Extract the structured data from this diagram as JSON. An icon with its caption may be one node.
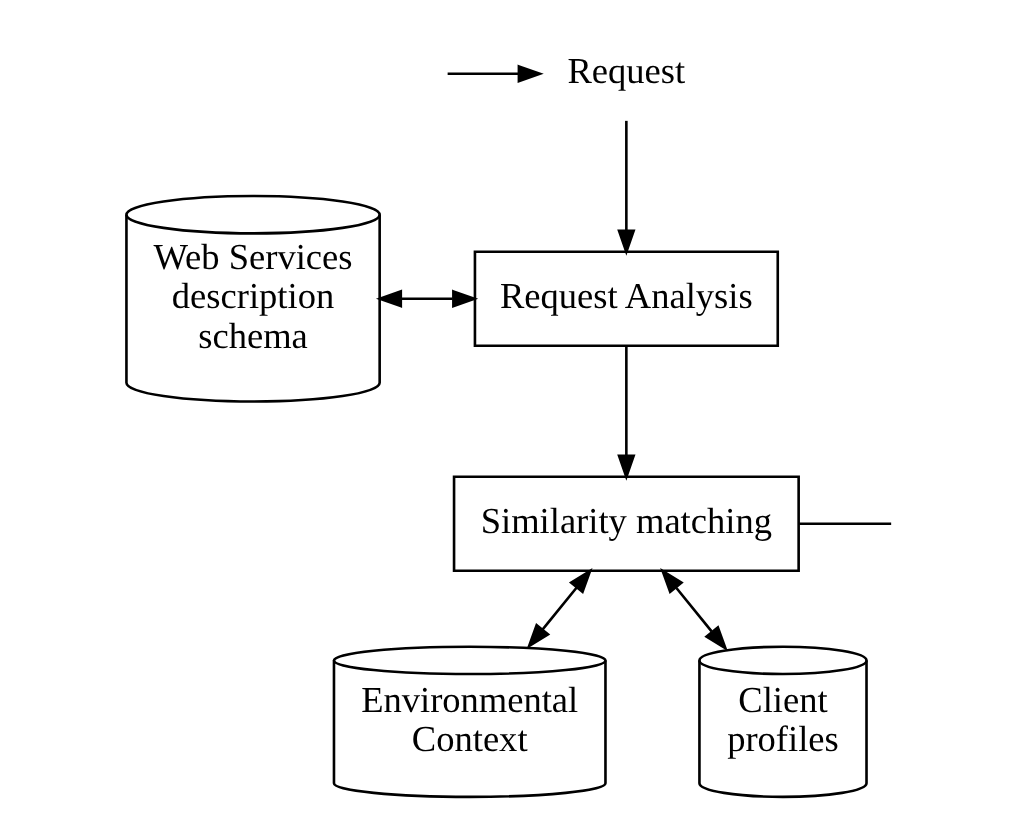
{
  "diagram": {
    "nodes": [
      {
        "text": [
          "Request"
        ]
      },
      {
        "text": [
          "Web Services description schema"
        ]
      },
      {
        "text": [
          "Request Analysis"
        ]
      },
      {
        "text": [
          "Similarity matching"
        ]
      },
      {
        "text": [
          "Client profiles"
        ]
      },
      {
        "text": [
          "Environmental Context"
        ]
      }
    ],
    "edges": [
      {
        "from": null,
        "to": 0,
        "arrow": "to"
      },
      {
        "from": 0,
        "to": 2,
        "arrow": "to"
      },
      {
        "from": 1,
        "to": 2,
        "arrow": "both"
      },
      {
        "from": 2,
        "to": 3,
        "arrow": "to"
      },
      {
        "from": 4,
        "to": 3,
        "arrow": "both"
      },
      {
        "from": 3,
        "to": 5,
        "arrow": "both"
      },
      {
        "from": 3,
        "to": null,
        "arrow": "none"
      }
    ]
  }
}
